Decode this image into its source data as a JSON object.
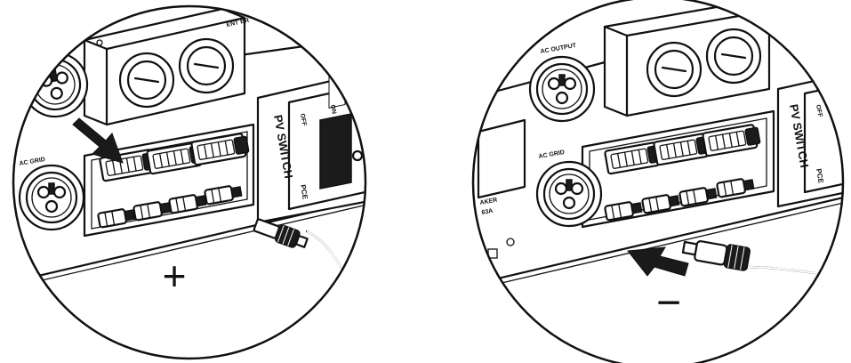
{
  "left_panel": {
    "ac_grid_label": "AC GRID",
    "pv_switch_label": "PV SWITCH",
    "pv_switch_on": "ON",
    "pv_switch_off": "OFF",
    "pce_label": "PCE",
    "breaker_label_partial": "ENT BR",
    "sign": "+"
  },
  "right_panel": {
    "ac_output_label": "AC OUTPUT",
    "ac_grid_label": "AC GRID",
    "pv_switch_label": "PV SWITCH",
    "pv_switch_off": "OFF",
    "pce_label": "PCE",
    "breaker_label": "AKER",
    "breaker_rating": "63A",
    "sign": "−"
  },
  "icons": {
    "left_arrow": "down-right-arrow-icon",
    "right_arrow": "up-left-arrow-icon"
  }
}
